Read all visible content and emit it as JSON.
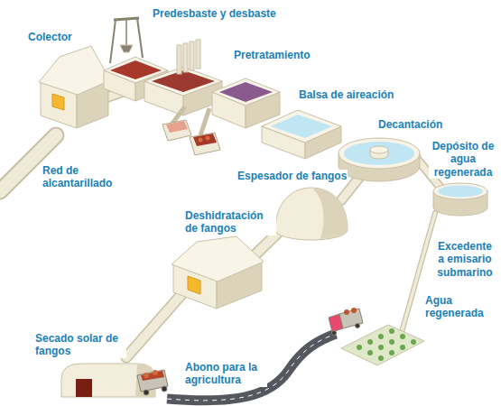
{
  "diagram": {
    "labels": [
      "Colector",
      "Predesbaste y desbaste",
      "Pretratamiento",
      "Balsa de aireación",
      "Decantación",
      "Depósito de agua regenerada",
      "Red de alcantarillado",
      "Espesador de fangos",
      "Excedente a emisario submarino",
      "Deshidratación de fangos",
      "Agua regenerada",
      "Secado solar de fangos",
      "Abono para la agricultura"
    ]
  }
}
